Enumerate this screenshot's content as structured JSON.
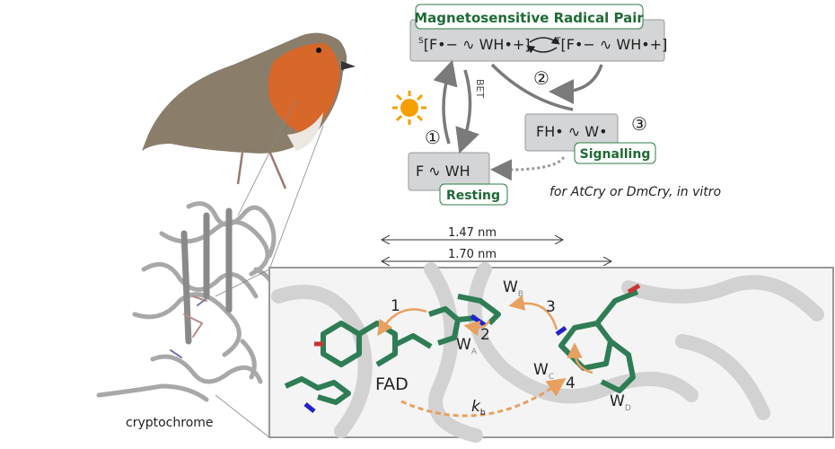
{
  "scheme": {
    "radical_pair_label": "Magnetosensitive Radical Pair",
    "singlet_state": {
      "sup": "S",
      "text": "[F•− ∿ WH•+]"
    },
    "triplet_state": {
      "sup": "T",
      "text": "[F•− ∿ WH•+]"
    },
    "resting_state": "F ∿ WH",
    "resting_label": "Resting",
    "signalling_state": "FH• ∿ W•",
    "signalling_label": "Signalling",
    "bet_label": "BET",
    "step_1": "①",
    "step_2": "②",
    "step_3": "③",
    "note": "for AtCry or DmCry, in vitro",
    "sun_icon": "sun-icon"
  },
  "distances": {
    "short": "1.47 nm",
    "long": "1.70 nm"
  },
  "inset": {
    "fad_label": "FAD",
    "wa": {
      "main": "W",
      "sub": "A"
    },
    "wb": {
      "main": "W",
      "sub": "B"
    },
    "wc": {
      "main": "W",
      "sub": "C"
    },
    "wd": {
      "main": "W",
      "sub": "D"
    },
    "kb": {
      "main": "k",
      "sub": "b"
    },
    "transfer_1": "1",
    "transfer_2": "2",
    "transfer_3": "3",
    "transfer_4": "4"
  },
  "protein_label": "cryptochrome",
  "colors": {
    "label_green": "#1e6b35",
    "box_gray": "#d3d5d7",
    "arrow_gray": "#7a7a7a",
    "orange": "#e8a060",
    "sun": "#f5a000",
    "tryptophan": "#2e7d55"
  }
}
